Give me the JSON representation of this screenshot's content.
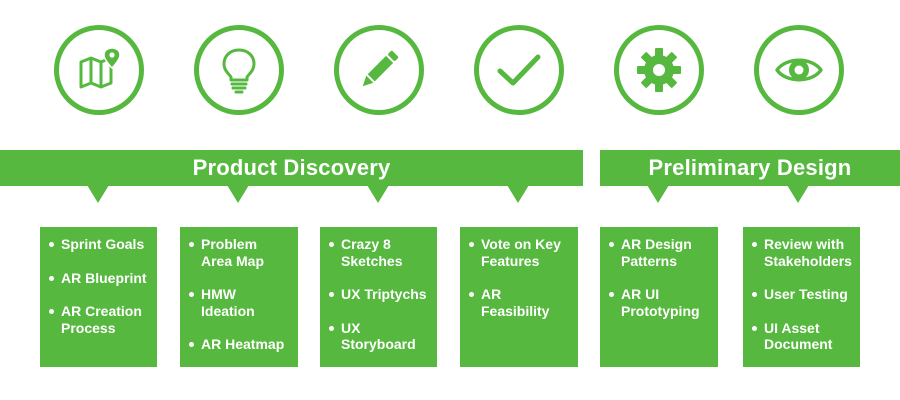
{
  "icons": [
    {
      "name": "map-icon"
    },
    {
      "name": "lightbulb-icon"
    },
    {
      "name": "pencil-icon"
    },
    {
      "name": "checkmark-icon"
    },
    {
      "name": "gear-icon"
    },
    {
      "name": "eye-icon"
    }
  ],
  "banners": {
    "discovery": "Product Discovery",
    "design": "Preliminary Design"
  },
  "boxes": [
    {
      "items": [
        "Sprint Goals",
        "AR Blueprint",
        "AR Creation Process"
      ]
    },
    {
      "items": [
        "Problem Area Map",
        "HMW Ideation",
        "AR Heatmap"
      ]
    },
    {
      "items": [
        "Crazy 8 Sketches",
        "UX Triptychs",
        "UX Storyboard"
      ]
    },
    {
      "items": [
        "Vote on Key Features",
        "AR Feasibility"
      ]
    },
    {
      "items": [
        "AR Design Patterns",
        "AR UI Prototyping"
      ]
    },
    {
      "items": [
        "Review with Stakeholders",
        "User Testing",
        "UI Asset Document"
      ]
    }
  ],
  "colors": {
    "accent": "#56b83f",
    "text_on_accent": "#ffffff"
  }
}
